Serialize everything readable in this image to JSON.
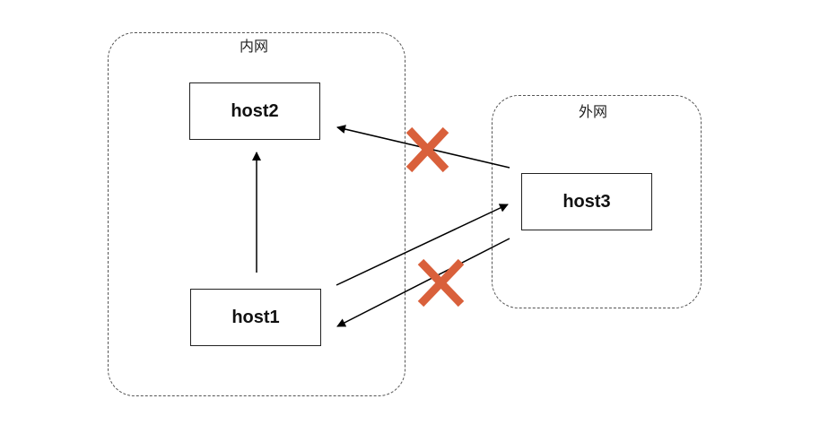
{
  "zones": {
    "inner": {
      "label": "内网"
    },
    "outer": {
      "label": "外网"
    }
  },
  "hosts": {
    "host1": {
      "label": "host1"
    },
    "host2": {
      "label": "host2"
    },
    "host3": {
      "label": "host3"
    }
  },
  "connections": [
    {
      "from": "host1",
      "to": "host2",
      "blocked": false
    },
    {
      "from": "host3",
      "to": "host2",
      "blocked": true
    },
    {
      "from": "host1",
      "to": "host3",
      "blocked": false
    },
    {
      "from": "host3",
      "to": "host1",
      "blocked": true
    }
  ],
  "colors": {
    "block_mark": "#d9603b",
    "arrow": "#000000",
    "border": "#555555"
  }
}
